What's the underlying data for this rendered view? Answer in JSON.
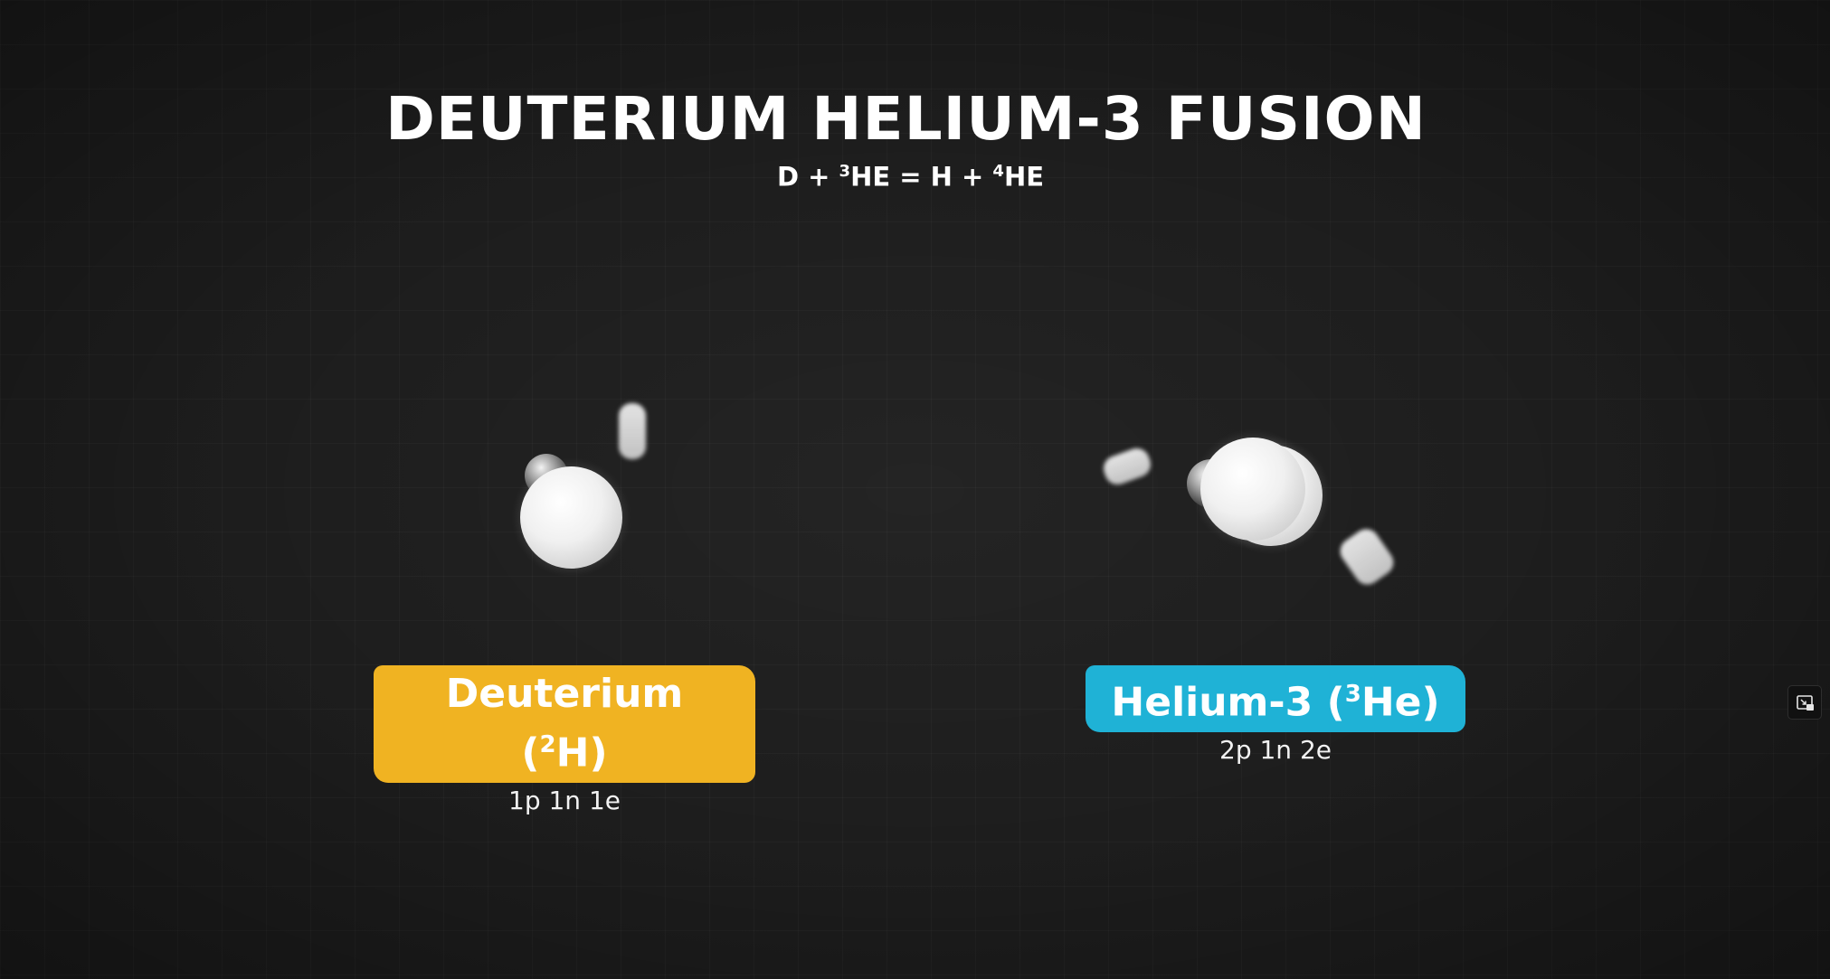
{
  "title": "DEUTERIUM HELIUM-3 FUSION",
  "equation": {
    "d": "D + ",
    "he3_sup": "3",
    "he3": "HE = H + ",
    "he4_sup": "4",
    "he4": "HE"
  },
  "deuterium": {
    "name_prefix": "Deuterium (",
    "name_sup": "2",
    "name_suffix": "H)",
    "composition": "1p 1n 1e",
    "color": "#f0b322"
  },
  "helium3": {
    "name_prefix": "Helium-3 (",
    "name_sup": "3",
    "name_suffix": "He)",
    "composition": "2p 1n 2e",
    "color": "#1fb2d6"
  },
  "controls": {
    "pip_icon": "picture-in-picture-icon"
  }
}
